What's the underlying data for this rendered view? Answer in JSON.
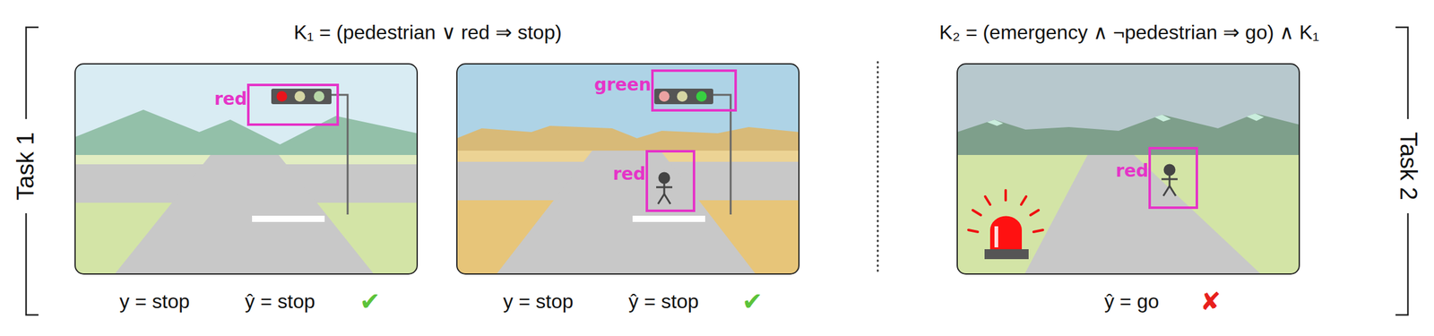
{
  "diagram": {
    "nodes": [
      {
        "text": [
          "red"
        ]
      },
      {
        "text": [
          "green"
        ]
      },
      {
        "text": [
          "red"
        ]
      },
      {
        "text": [
          "red"
        ]
      }
    ],
    "labels": [
      "K₁ = (pedestrian ∨ red ⇒ stop)",
      "K₂ = (emergency ∧ ¬pedestrian ⇒ go) ∧ K₁",
      "Task 1",
      "Task 2",
      "y = stop",
      "ŷ = stop",
      "✔",
      "y = stop",
      "ŷ = stop",
      "✔",
      "ŷ = go",
      "✘"
    ]
  }
}
